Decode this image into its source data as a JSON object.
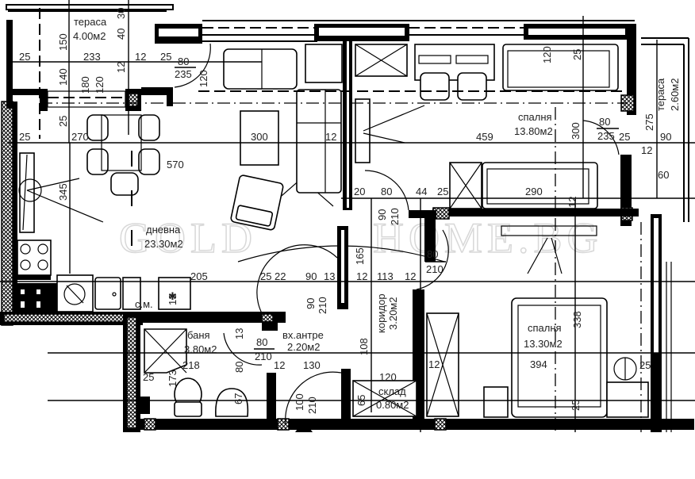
{
  "rooms": [
    {
      "id": "terrace-left",
      "name": "тераса",
      "area": "4.00м2"
    },
    {
      "id": "living",
      "name": "дневна",
      "area": "23.30м2"
    },
    {
      "id": "bedroom-top",
      "name": "спалня",
      "area": "13.80м2"
    },
    {
      "id": "terrace-right",
      "name": "тераса",
      "area": "2.60м2"
    },
    {
      "id": "bathroom",
      "name": "баня",
      "area": "3.80м2"
    },
    {
      "id": "entrance",
      "name": "вх.антре",
      "area": "2.20м2"
    },
    {
      "id": "corridor",
      "name": "коридор",
      "area": "3.20м2"
    },
    {
      "id": "storage",
      "name": "склад",
      "area": "0.80м2"
    },
    {
      "id": "bedroom-bottom",
      "name": "спалня",
      "area": "13.30м2"
    }
  ],
  "appliances": {
    "dishwasher_label": "с.м."
  },
  "doors": [
    {
      "id": "terrace-door-left",
      "width": "80",
      "height": "235"
    },
    {
      "id": "terrace-door-right",
      "width": "80",
      "height": "235"
    },
    {
      "id": "bedroom-top-door",
      "width": "90",
      "height": "210"
    },
    {
      "id": "bedroom-bottom-door",
      "width": "80",
      "height": "210"
    },
    {
      "id": "living-door",
      "width": "90",
      "height": "210"
    },
    {
      "id": "bathroom-door",
      "width": "80",
      "height": "210"
    },
    {
      "id": "entrance-door",
      "width": "100",
      "height": "210"
    }
  ],
  "dimensions": {
    "terrace_left": [
      "30",
      "40",
      "150",
      "25",
      "233",
      "12",
      "25",
      "80",
      "12",
      "140",
      "180",
      "120"
    ],
    "living": [
      "25",
      "25",
      "270",
      "300",
      "12",
      "570",
      "345",
      "205",
      "25",
      "22",
      "90",
      "13",
      "12",
      "113",
      "12",
      "13"
    ],
    "bedroom_top": [
      "120",
      "25",
      "459",
      "300",
      "25",
      "20",
      "80",
      "44",
      "25",
      "290",
      "12",
      "90",
      "210"
    ],
    "terrace_right": [
      "275",
      "90",
      "12",
      "60"
    ],
    "corridor": [
      "165",
      "108"
    ],
    "bathroom": [
      "13",
      "80",
      "218",
      "25",
      "173",
      "67"
    ],
    "entrance": [
      "12",
      "130"
    ],
    "storage": [
      "120",
      "65"
    ],
    "bedroom_bottom": [
      "12",
      "338",
      "394",
      "25",
      "25"
    ]
  },
  "watermark": {
    "left": "GOLD",
    "right": "HOME.BG"
  },
  "colors": {
    "wall": "#000000",
    "background": "#ffffff",
    "watermark": "#d8d8d8",
    "text": "#222222"
  }
}
